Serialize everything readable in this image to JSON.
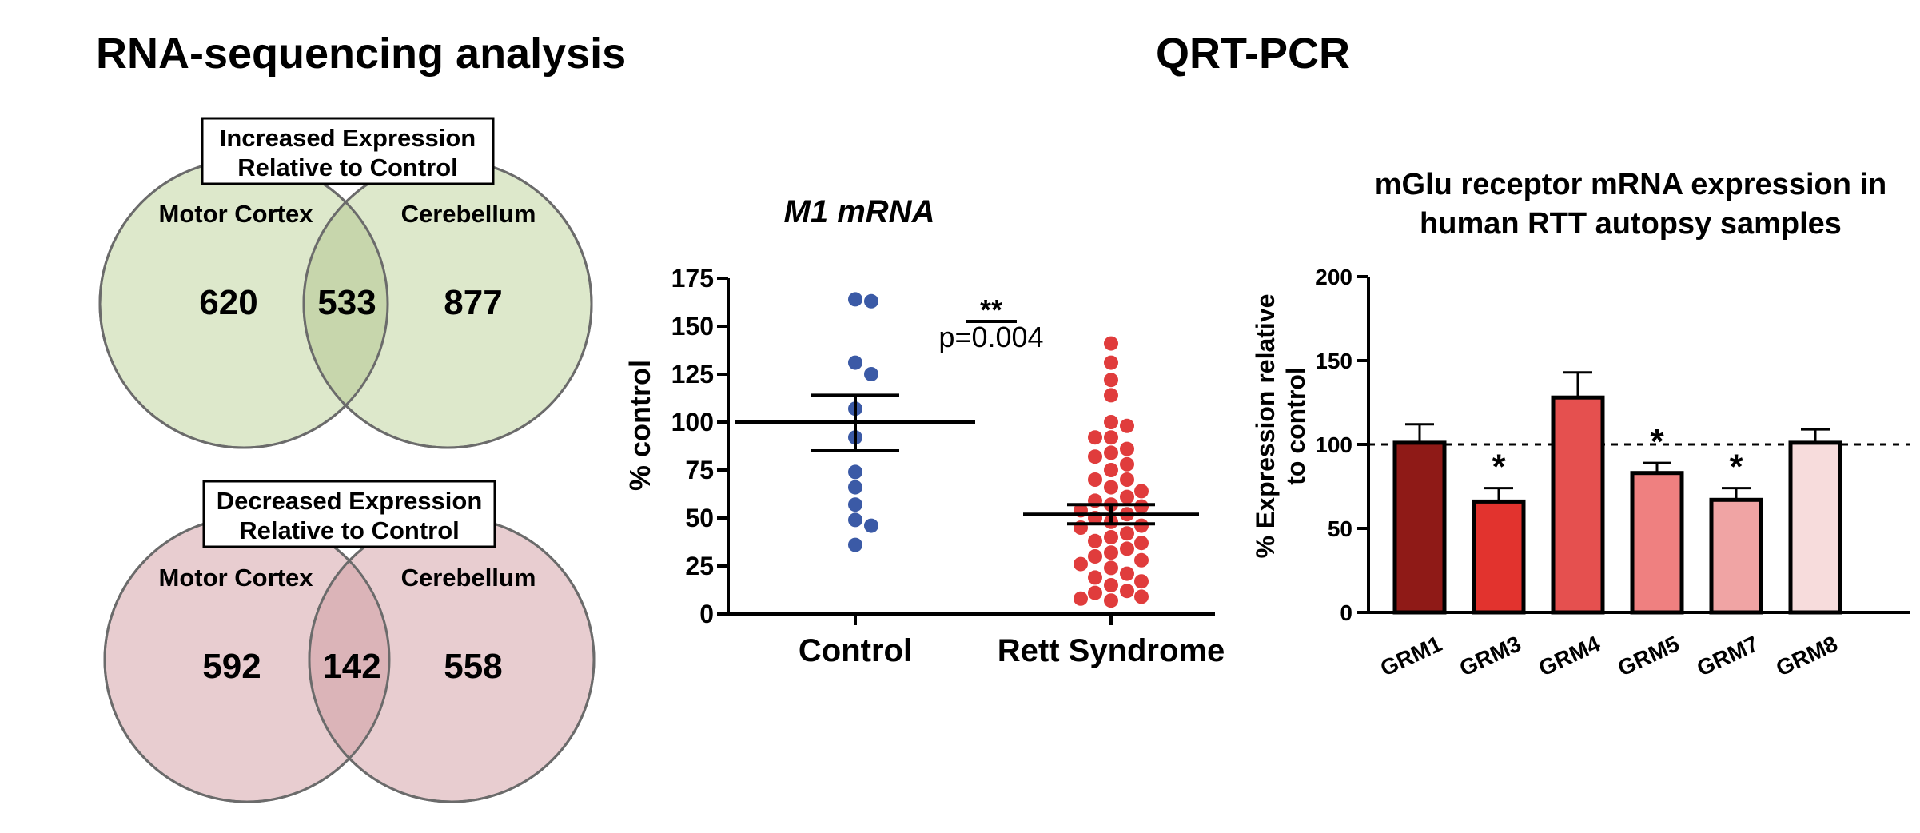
{
  "headings": {
    "left": "RNA-sequencing analysis",
    "right": "QRT-PCR"
  },
  "venn": [
    {
      "box_line1": "Increased Expression",
      "box_line2": "Relative to Control",
      "left_label": "Motor Cortex",
      "right_label": "Cerebellum",
      "left_only": "620",
      "overlap": "533",
      "right_only": "877",
      "fill": "#dde8cb",
      "overlap_fill": "#c7d6ac"
    },
    {
      "box_line1": "Decreased Expression",
      "box_line2": "Relative to Control",
      "left_label": "Motor Cortex",
      "right_label": "Cerebellum",
      "left_only": "592",
      "overlap": "142",
      "right_only": "558",
      "fill": "#e8cdd0",
      "overlap_fill": "#dbb4b8"
    }
  ],
  "chart_data": [
    {
      "type": "scatter",
      "title": "M1 mRNA",
      "ylabel": "% control",
      "ylim": [
        0,
        175
      ],
      "yticks": [
        0,
        25,
        50,
        75,
        100,
        125,
        150,
        175
      ],
      "categories": [
        "Control",
        "Rett Syndrome"
      ],
      "significance": {
        "stars": "**",
        "p": "p=0.004"
      },
      "series": [
        {
          "category": "Control",
          "color": "#3b5aa6",
          "mean": 100,
          "sem_low": 85,
          "sem_high": 114,
          "values": [
            164,
            163,
            131,
            125,
            107,
            92,
            74,
            66,
            57,
            49,
            46,
            36
          ]
        },
        {
          "category": "Rett Syndrome",
          "color": "#e03c3c",
          "mean": 52,
          "sem_low": 47,
          "sem_high": 57,
          "values": [
            141,
            131,
            122,
            114,
            100,
            98,
            92,
            92,
            86,
            84,
            82,
            78,
            75,
            70,
            70,
            66,
            64,
            61,
            59,
            57,
            56,
            54,
            52,
            50,
            48,
            46,
            45,
            42,
            40,
            38,
            37,
            34,
            32,
            30,
            28,
            26,
            24,
            21,
            19,
            17,
            15,
            12,
            11,
            9,
            8,
            7
          ]
        }
      ]
    },
    {
      "type": "bar",
      "title_line1": "mGlu receptor mRNA expression in",
      "title_line2": "human RTT autopsy samples",
      "ylabel_line1": "% Expression relative",
      "ylabel_line2": "to control",
      "ylim": [
        0,
        200
      ],
      "yticks": [
        0,
        50,
        100,
        150,
        200
      ],
      "reference_line": 100,
      "categories": [
        "GRM1",
        "GRM3",
        "GRM4",
        "GRM5",
        "GRM7",
        "GRM8"
      ],
      "values": [
        101,
        66,
        128,
        83,
        67,
        101
      ],
      "errors": [
        11,
        8,
        15,
        6,
        7,
        8
      ],
      "significant": [
        "",
        "*",
        "",
        "*",
        "*",
        ""
      ],
      "colors": [
        "#8f1a17",
        "#e2332e",
        "#e5504f",
        "#ef8080",
        "#f0a4a4",
        "#f7dcdc"
      ]
    }
  ]
}
